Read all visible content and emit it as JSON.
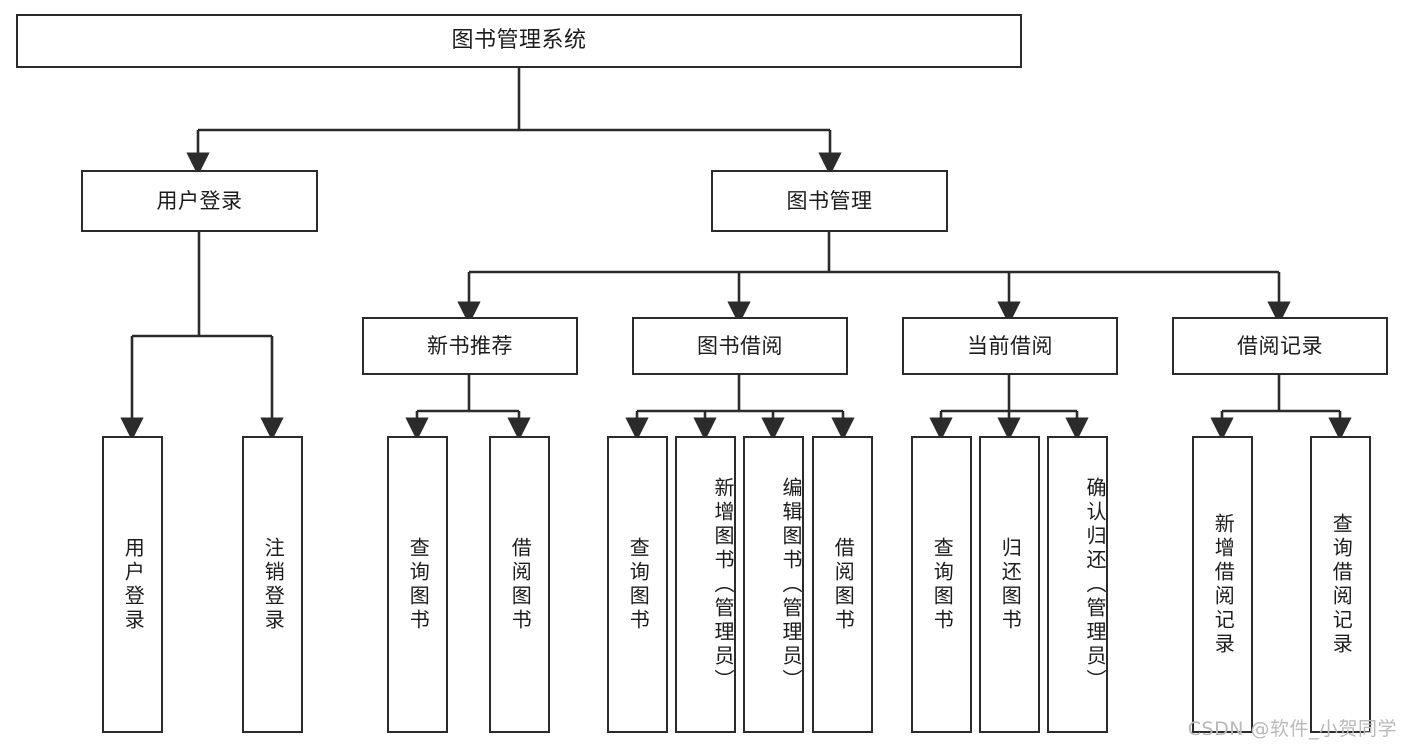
{
  "diagram": {
    "type": "tree-hierarchy",
    "title": "图书管理系统",
    "watermark": "CSDN @软件_小贺同学",
    "colors": {
      "box_border": "#2b2b2b",
      "box_fill": "#ffffff",
      "connector": "#2b2b2b",
      "text": "#1c1c1c",
      "watermark": "#b9b9b9",
      "canvas": "#ffffff"
    },
    "root": {
      "label": "图书管理系统"
    },
    "level2": [
      {
        "label": "用户登录"
      },
      {
        "label": "图书管理"
      }
    ],
    "level3": [
      {
        "label": "新书推荐"
      },
      {
        "label": "图书借阅"
      },
      {
        "label": "当前借阅"
      },
      {
        "label": "借阅记录"
      }
    ],
    "leaves": {
      "user_login": [
        {
          "label": "用户登录"
        },
        {
          "label": "注销登录"
        }
      ],
      "new_book": [
        {
          "label": "查询图书"
        },
        {
          "label": "借阅图书"
        }
      ],
      "book_borrow": [
        {
          "label": "查询图书"
        },
        {
          "label": "新增图书（管理员）"
        },
        {
          "label": "编辑图书（管理员）"
        },
        {
          "label": "借阅图书"
        }
      ],
      "current_borrow": [
        {
          "label": "查询图书"
        },
        {
          "label": "归还图书"
        },
        {
          "label": "确认归还（管理员）"
        }
      ],
      "borrow_record": [
        {
          "label": "新增借阅记录"
        },
        {
          "label": "查询借阅记录"
        }
      ]
    }
  }
}
